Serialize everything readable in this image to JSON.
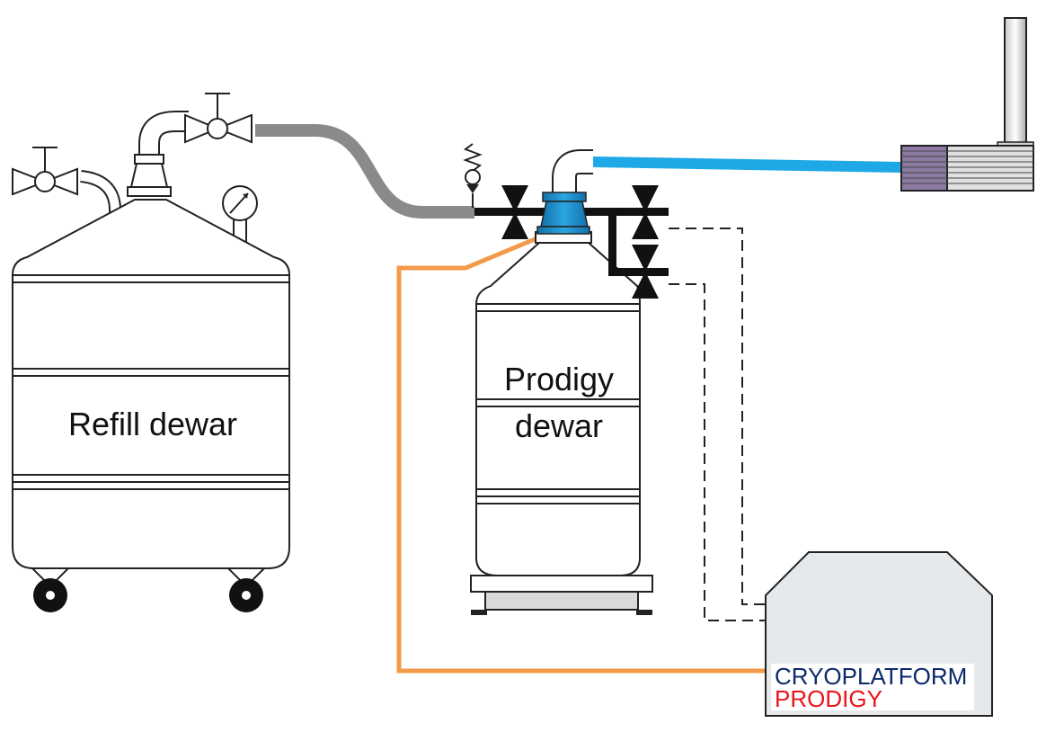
{
  "labels": {
    "refill_dewar": "Refill dewar",
    "prodigy_dewar_line1": "Prodigy",
    "prodigy_dewar_line2": "dewar",
    "controller_line1": "CRYOPLATFORM",
    "controller_line2": "PRODIGY"
  },
  "colors": {
    "controller_line1": "#0b2a6b",
    "controller_line2": "#e8141b",
    "refill_hose": "#8a8a8a",
    "coldhead_hose": "#1fa8e6",
    "signal_cable": "#f39a4a",
    "coupling": "#1a86c7",
    "coldhead_band": "#8c7aa3",
    "outline": "#222222",
    "body_fill": "#ffffff",
    "panel_fill": "#e6e9ec"
  }
}
